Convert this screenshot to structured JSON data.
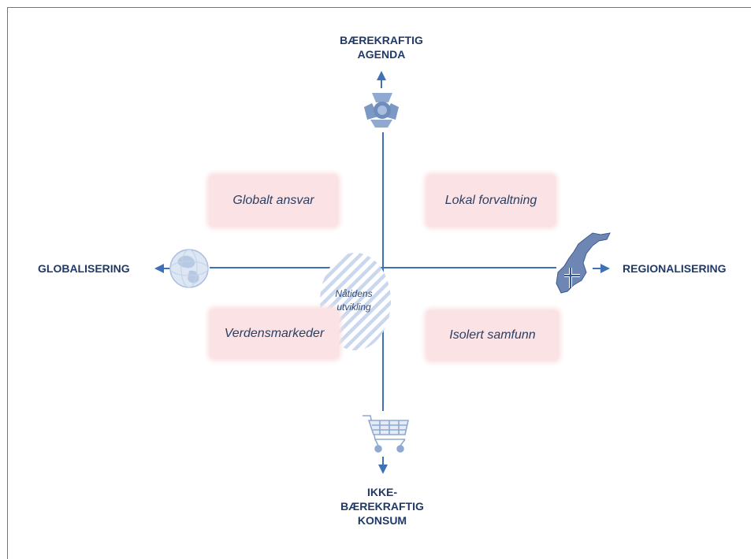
{
  "axes": {
    "top": "BÆREKRAFTIG AGENDA",
    "bottom": "IKKE-BÆREKRAFTIG KONSUM",
    "left": "GLOBALISERING",
    "right": "REGIONALISERING"
  },
  "quadrants": {
    "top_left": "Globalt ansvar",
    "top_right": "Lokal forvaltning",
    "bottom_left": "Verdensmarkeder",
    "bottom_right": "Isolert samfunn"
  },
  "center": {
    "line1": "Nåtidens",
    "line2": "utvikling"
  },
  "colors": {
    "axis": "#3f72b5",
    "label": "#1f3a68",
    "quadrant_fill": "#fbe3e5",
    "center_hatch": "#c9d8ee",
    "icon": "#8fa9d0"
  },
  "icons": {
    "top": "recycle-icon",
    "bottom": "shopping-cart-icon",
    "left": "globe-icon",
    "right": "norway-map-icon"
  }
}
